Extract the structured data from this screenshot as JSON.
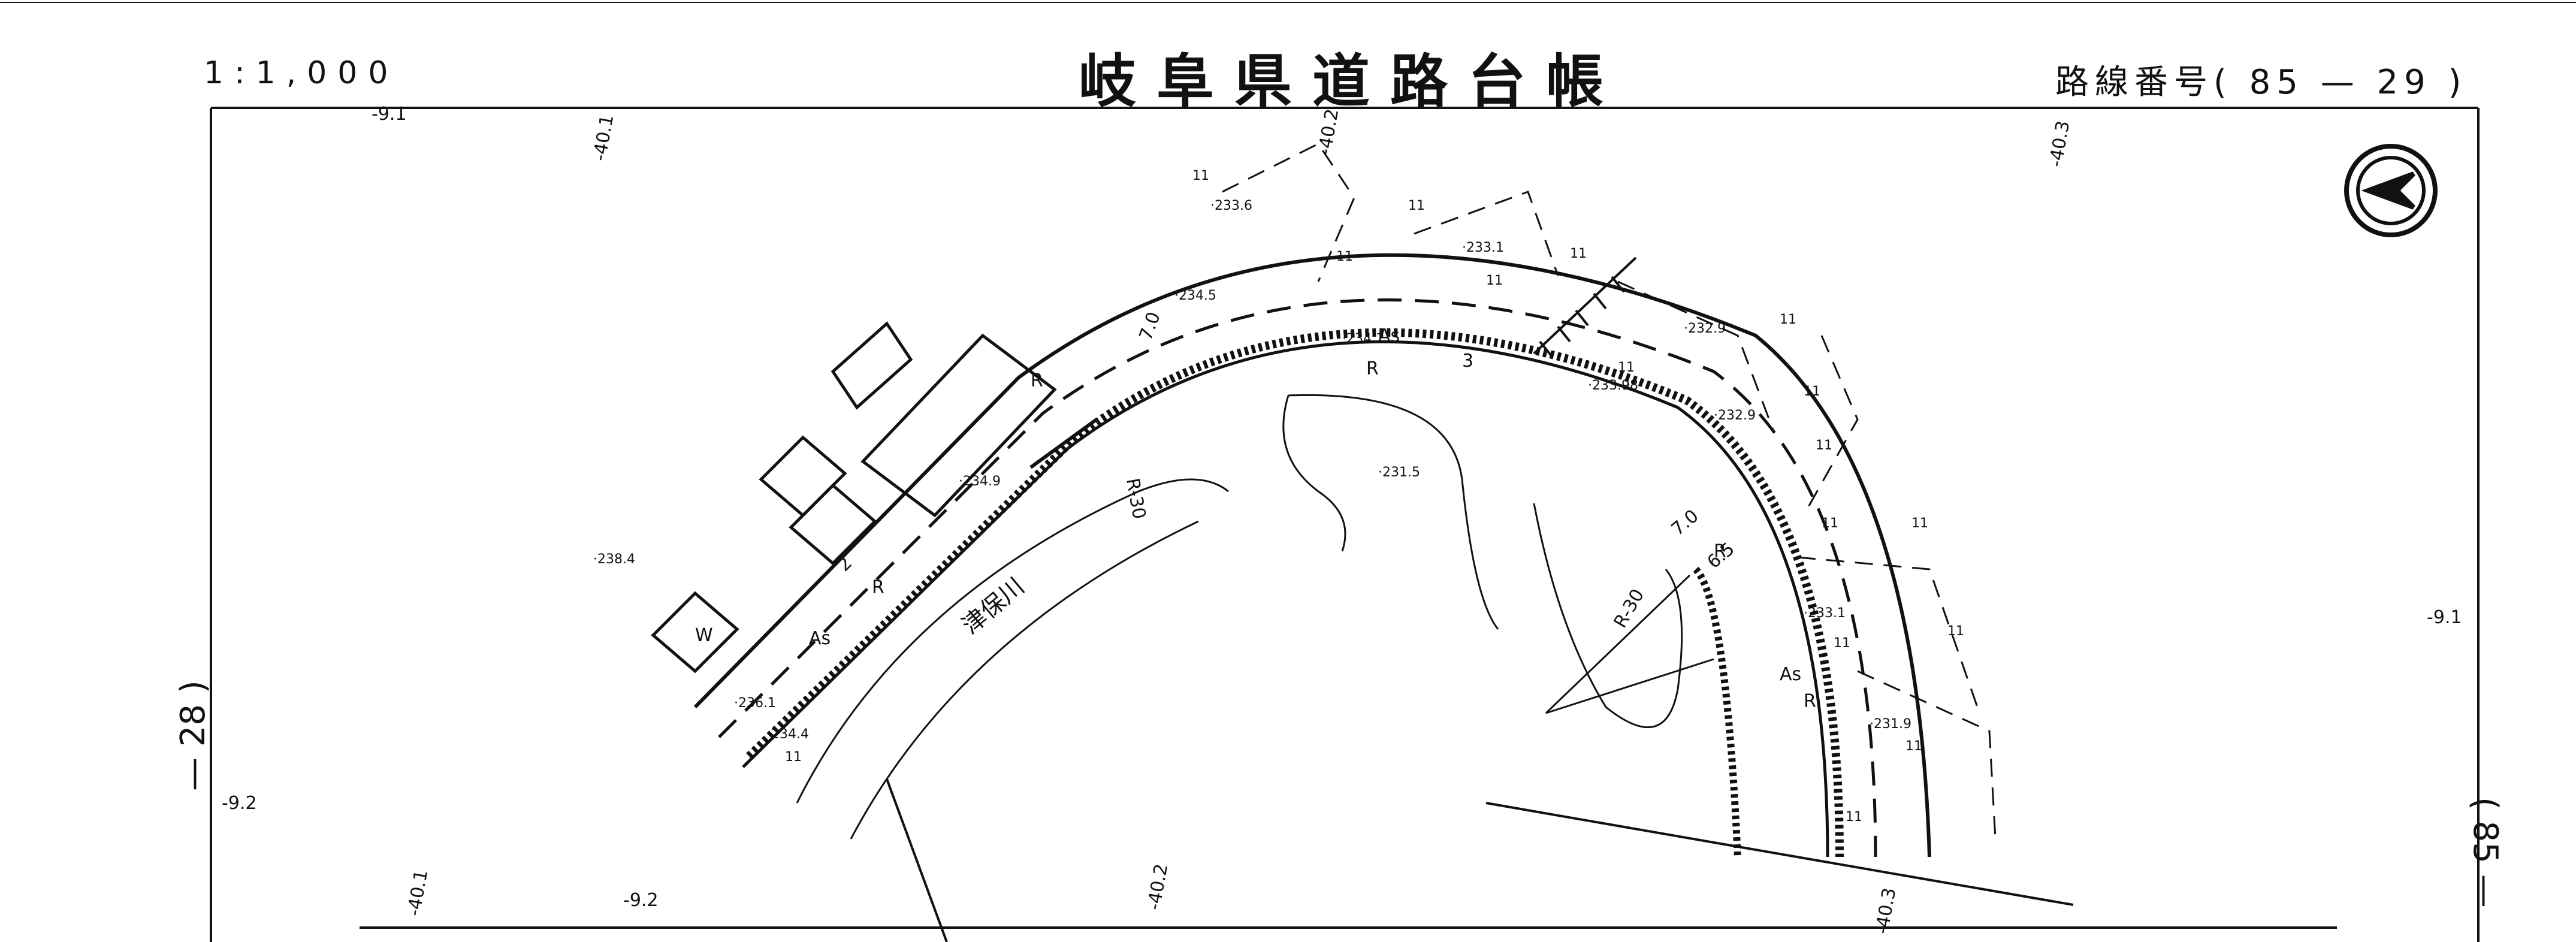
{
  "header": {
    "scale": "1:1,000",
    "title": "岐阜県道路台帳",
    "route": "路線番号( 85 — 29 )"
  },
  "side": {
    "left": "— 28 )",
    "right": "( 85 —"
  },
  "map": {
    "grid_labels": [
      "-9.1",
      "-40.1",
      "-40.2",
      "-40.3",
      "-9.1",
      "-9.2",
      "-40.1",
      "-9.2",
      "-40.2",
      "-40.3"
    ],
    "elevations": [
      "233.6",
      "233.1",
      "232.9",
      "234.5",
      "234.1",
      "233.98",
      "232.9",
      "231.5",
      "234.9",
      "238.4",
      "233.1",
      "231.9",
      "236.1",
      "234.4"
    ],
    "annotations": [
      "As",
      "As",
      "As",
      "R",
      "R",
      "R",
      "R",
      "R",
      "R-30",
      "R-30",
      "7.0",
      "7.0",
      "6.5",
      "3",
      "2",
      "W"
    ],
    "river_label": "津保川",
    "parcel_marks": [
      "11",
      "11",
      "11",
      "11",
      "11",
      "11",
      "11",
      "11",
      "11",
      "11",
      "11",
      "11",
      "11",
      "11",
      "11",
      "11"
    ]
  },
  "colors": {
    "ink": "#111111",
    "paper": "#ffffff"
  },
  "icons": [
    "north-arrow-icon"
  ]
}
